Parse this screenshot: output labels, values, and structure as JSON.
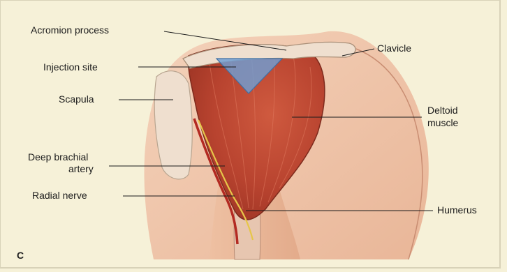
{
  "labels": {
    "acromion": "Acromion process",
    "injection": "Injection site",
    "scapula": "Scapula",
    "deep_brachial_1": "Deep brachial",
    "deep_brachial_2": "artery",
    "radial": "Radial nerve",
    "clavicle": "Clavicle",
    "deltoid_1": "Deltoid",
    "deltoid_2": "muscle",
    "humerus": "Humerus",
    "panel": "C"
  },
  "colors": {
    "background": "#f6f1d8",
    "skin": "#f1c4a8",
    "muscle": "#c24a33",
    "injection_site": "#6f9fd4",
    "nerve": "#e6c64a",
    "artery": "#b32a22",
    "bone": "#efdfcf"
  }
}
